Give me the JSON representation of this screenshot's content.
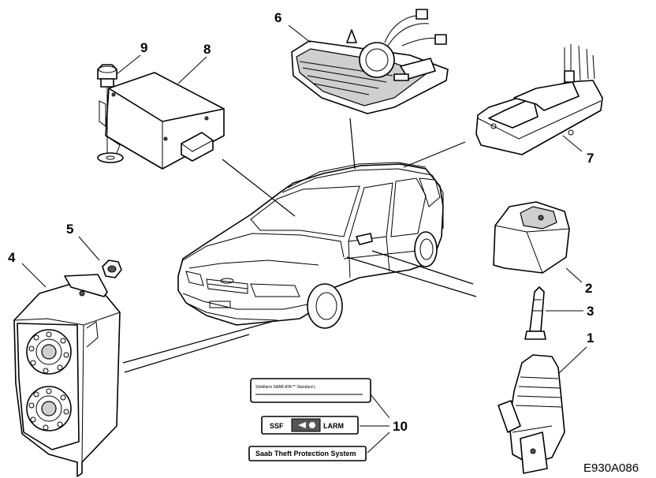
{
  "callouts": {
    "c1": "1",
    "c2": "2",
    "c3": "3",
    "c4": "4",
    "c5": "5",
    "c6": "6",
    "c7": "7",
    "c8": "8",
    "c9": "9",
    "c10": "10"
  },
  "figure_id": "E930A086",
  "decals": {
    "top_line1": "Stöldlarm SAAB ATA ** Standard L",
    "ssf": "SSF",
    "larm": "LARM",
    "theft": "Saab Theft Protection System"
  }
}
